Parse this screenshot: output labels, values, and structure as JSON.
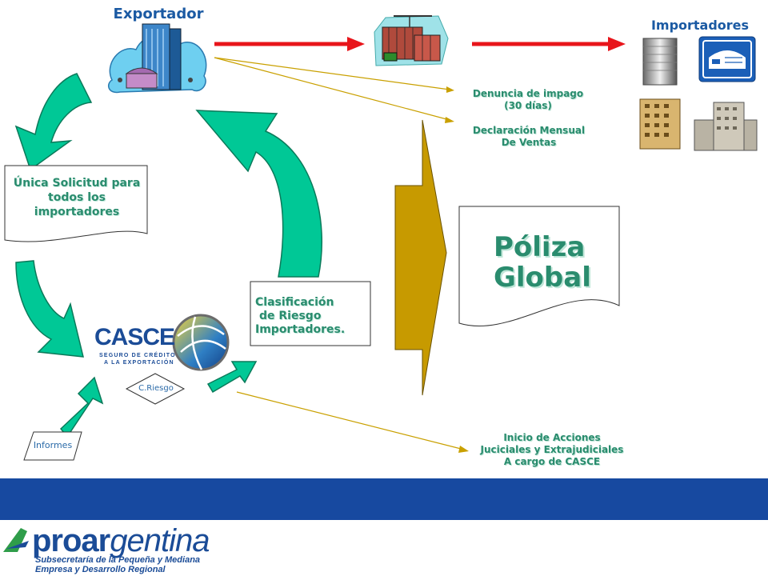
{
  "exporter": {
    "title": "Exportador"
  },
  "importers": {
    "title": "Importadores"
  },
  "notes": {
    "impago_line1": "Denuncia de impago",
    "impago_line2": "(30 días)",
    "declaracion_line1": "Declaración Mensual",
    "declaracion_line2": "De Ventas",
    "acciones_line1": "Inicio de Acciones",
    "acciones_line2": "Juciciales y Extrajudiciales",
    "acciones_line3": "A cargo de CASCE"
  },
  "solicitud": {
    "line1": "Única Solicitud para",
    "line2": "todos los",
    "line3": "importadores"
  },
  "clasificacion": {
    "line1": "Clasificación",
    "line2": "de Riesgo",
    "line3": "Importadores."
  },
  "poliza": {
    "line1": "Póliza",
    "line2": "Global"
  },
  "casce": {
    "name": "CASCE",
    "tagline1": "SEGURO DE CRÉDITO",
    "tagline2": "A LA EXPORTACIÓN"
  },
  "informes": {
    "label": "Informes"
  },
  "riesgo": {
    "label": "C.Riesgo"
  },
  "footer": {
    "brand_bold": "proar",
    "brand_italic": "gentina",
    "subtitle_line1": "Subsecretaría de la Pequeña y Mediana",
    "subtitle_line2": "Empresa y Desarrollo Regional"
  },
  "colors": {
    "flow_arrow": "#00c896",
    "flow_arrow_outline": "#0a7a5a",
    "red_arrow": "#e8151b",
    "gold_arrow": "#c79a00",
    "thin_line": "#c9a000",
    "band": "#1749a0",
    "text_green": "#2a8c6e",
    "text_blue": "#1b5aa3"
  }
}
